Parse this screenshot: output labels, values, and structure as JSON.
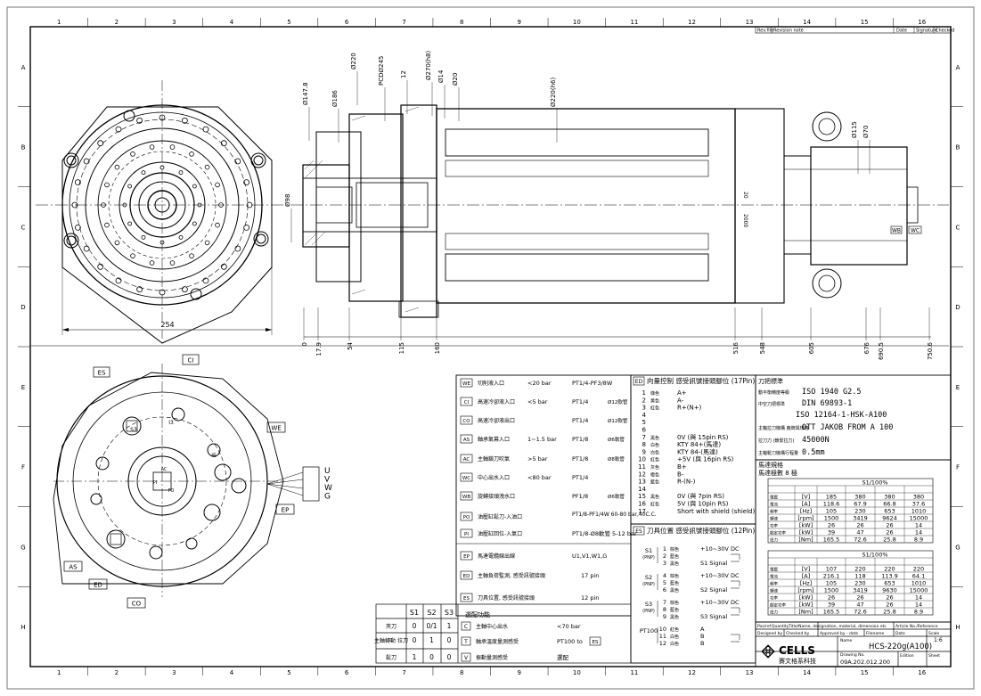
{
  "grid": {
    "cols": [
      "1",
      "2",
      "3",
      "4",
      "5",
      "6",
      "7",
      "8",
      "9",
      "10",
      "11",
      "12",
      "13",
      "14",
      "15",
      "16"
    ],
    "rows": [
      "A",
      "B",
      "C",
      "D",
      "E",
      "F",
      "G",
      "H"
    ]
  },
  "revision_header": {
    "revfile": "Rev.file",
    "revision_note": "Revision note",
    "date": "Date",
    "signature": "Signature",
    "checked": "Checked"
  },
  "dims_top": [
    "Ø220",
    "PCDØ245",
    "Ø270(h8)",
    "12",
    "Ø14",
    "Ø20",
    "Ø220(h6)",
    "Ø147.8",
    "Ø186",
    "Ø115",
    "Ø70",
    "Ø98"
  ],
  "dims_bottom": [
    "0",
    "17.9",
    "54",
    "115",
    "160",
    "516",
    "548",
    "605",
    "676",
    "690.5",
    "750.6"
  ],
  "dim_254": "254",
  "side_labels": {
    "line1": "20",
    "line2": "2000"
  },
  "tags": {
    "es": "ES",
    "ci": "CI",
    "we": "WE",
    "ep": "EP",
    "as": "AS",
    "ed": "ED",
    "co": "CO",
    "s3": "S3",
    "i3": "I3",
    "ie": "IE",
    "ac": "AC",
    "pi": "PI",
    "po": "PO",
    "wc": "WC",
    "wb": "WB",
    "uvwg": [
      "U",
      "V",
      "W",
      "G"
    ]
  },
  "ports": [
    {
      "tag": "WE",
      "name": "切削液入口",
      "spec": "<20 bar",
      "thread": "PT1/4-PF3/8W",
      "tube": ""
    },
    {
      "tag": "CI",
      "name": "高速冷卻液入口",
      "spec": "<5 bar",
      "thread": "PT1/4",
      "tube": "Ø12軟管"
    },
    {
      "tag": "CO",
      "name": "高速冷卻液出口",
      "spec": "",
      "thread": "PT1/4",
      "tube": "Ø12軟管"
    },
    {
      "tag": "AS",
      "name": "軸承氣幕入口",
      "spec": "1~1.5 bar",
      "thread": "PT1/8",
      "tube": "Ø6軟管"
    },
    {
      "tag": "AC",
      "name": "主軸鎖刀吹氣",
      "spec": ">5 bar",
      "thread": "PT1/8",
      "tube": "Ø8軟管"
    },
    {
      "tag": "WC",
      "name": "中心出水入口",
      "spec": "<80 bar",
      "thread": "PT1/4",
      "tube": ""
    },
    {
      "tag": "WB",
      "name": "旋轉接頭洩水口",
      "spec": "",
      "thread": "PF1/8",
      "tube": "Ø6軟管"
    },
    {
      "tag": "PO",
      "name": "油壓缸鬆刀-入油口",
      "spec": "",
      "thread": "PT1/8-PF1/4W 60-80 bar,40C.C.",
      "tube": ""
    },
    {
      "tag": "PI",
      "name": "油壓缸回位-入氣口",
      "spec": "",
      "thread": "PT1/8-Ø8軟管 5-12 bar",
      "tube": ""
    },
    {
      "tag": "EP",
      "name": "馬達電纜線出線",
      "spec": "",
      "thread": "U1,V1,W1,G",
      "tube": ""
    },
    {
      "tag": "ED",
      "name": "主軸負荷監測, 感受訊號接頭",
      "spec": "",
      "thread": "17 pin",
      "tube": ""
    },
    {
      "tag": "ES",
      "name": "刀具位置, 感受訊號接頭",
      "spec": "",
      "thread": "12 pin",
      "tube": ""
    }
  ],
  "bottom_table": {
    "title": "選配功能",
    "cols": [
      "S1",
      "S2",
      "S3"
    ],
    "rows": [
      {
        "label": "夾刀",
        "vals": [
          "0",
          "0/1",
          "1"
        ]
      },
      {
        "label": "主軸轉動 拉刀",
        "vals": [
          "0",
          "1",
          "0"
        ]
      },
      {
        "label": "鬆刀",
        "vals": [
          "1",
          "0",
          "0"
        ]
      }
    ],
    "options": [
      {
        "tag": "C",
        "name": "主軸中心出水",
        "spec": "<70 bar"
      },
      {
        "tag": "T",
        "name": "軸承溫度量測感受",
        "spec": "PT100 to",
        "ref": "ES"
      },
      {
        "tag": "V",
        "name": "振動量測感受",
        "spec": "選配"
      }
    ]
  },
  "ed_block": {
    "header": "向量控制  感受訊號接頭腳位  (17Pin)",
    "tag": "ED",
    "pins": [
      {
        "n": "1",
        "c": "綠色",
        "v": "A+"
      },
      {
        "n": "2",
        "c": "黃色",
        "v": "A-"
      },
      {
        "n": "3",
        "c": "紅色",
        "v": "R+(N+)"
      },
      {
        "n": "4",
        "c": "",
        "v": ""
      },
      {
        "n": "5",
        "c": "",
        "v": ""
      },
      {
        "n": "6",
        "c": "",
        "v": ""
      },
      {
        "n": "7",
        "c": "黑色",
        "v": "0V  (與 15pin RS)"
      },
      {
        "n": "8",
        "c": "白色",
        "v": "KTY 84+(馬達)"
      },
      {
        "n": "9",
        "c": "白色",
        "v": "KTY 84-(馬達)"
      },
      {
        "n": "10",
        "c": "紅色",
        "v": "+5V  (與 16pin RS)"
      },
      {
        "n": "11",
        "c": "灰色",
        "v": "B+"
      },
      {
        "n": "12",
        "c": "橙色",
        "v": "B-"
      },
      {
        "n": "13",
        "c": "藍色",
        "v": "R-(N-)"
      },
      {
        "n": "14",
        "c": "",
        "v": ""
      },
      {
        "n": "15",
        "c": "黑色",
        "v": "0V  (與 7pin RS)"
      },
      {
        "n": "16",
        "c": "紅色",
        "v": "5V  (與 10pin RS)"
      },
      {
        "n": "17",
        "c": "",
        "v": "Short with shield (shield)"
      }
    ]
  },
  "es_block": {
    "header": "刀具位置  感受訊號接頭腳位  (12Pin)",
    "tag": "ES",
    "groups": [
      {
        "name": "S1",
        "sub": "(PNP)",
        "pins": [
          {
            "n": "1",
            "c": "棕色",
            "v": "+10~30V DC"
          },
          {
            "n": "2",
            "c": "藍色",
            "v": ""
          },
          {
            "n": "3",
            "c": "黑色",
            "v": "S1 Signal"
          }
        ]
      },
      {
        "name": "S2",
        "sub": "(PNP)",
        "pins": [
          {
            "n": "4",
            "c": "棕色",
            "v": "+10~30V DC"
          },
          {
            "n": "5",
            "c": "藍色",
            "v": ""
          },
          {
            "n": "6",
            "c": "黑色",
            "v": "S2 Signal"
          }
        ]
      },
      {
        "name": "S3",
        "sub": "(PNP)",
        "pins": [
          {
            "n": "7",
            "c": "棕色",
            "v": "+10~30V DC"
          },
          {
            "n": "8",
            "c": "藍色",
            "v": ""
          },
          {
            "n": "9",
            "c": "黑色",
            "v": "S3 Signal"
          }
        ]
      },
      {
        "name": "PT100",
        "sub": "",
        "pins": [
          {
            "n": "10",
            "c": "紅色",
            "v": "A"
          },
          {
            "n": "11",
            "c": "白色",
            "v": "B"
          },
          {
            "n": "12",
            "c": "白色",
            "v": "B"
          }
        ]
      }
    ]
  },
  "specs": {
    "header": "刀把標準",
    "rows": [
      {
        "k": "動平衡精度等級",
        "v": "ISO 1940  G2.5"
      },
      {
        "k": "中空刀把標準",
        "v": "DIN 69893-1"
      },
      {
        "k": "",
        "v": "ISO 12164-1-HSK-A100"
      },
      {
        "k": "主軸拉刀機構 廠牌與規格",
        "v": "OTT JAKOB FROM A 100"
      },
      {
        "k": "拉刀力 (鎖緊拉力)",
        "v": "45000N"
      },
      {
        "k": "主軸鬆刀機構行程量",
        "v": "0.5mm"
      }
    ]
  },
  "motor_tables": {
    "title": "馬達規格",
    "subtitle": "馬達極數 8 極",
    "tables": [
      {
        "head": "S1/100%",
        "rows": [
          {
            "k": "電壓",
            "u": "[V]",
            "v": [
              "185",
              "380",
              "380",
              "380"
            ]
          },
          {
            "k": "電流",
            "u": "[A]",
            "v": [
              "118.6",
              "67.9",
              "66.8",
              "37.6"
            ]
          },
          {
            "k": "頻率",
            "u": "[Hz]",
            "v": [
              "105",
              "230",
              "653",
              "1010"
            ]
          },
          {
            "k": "轉速",
            "u": "[rpm]",
            "v": [
              "1500",
              "3419",
              "9624",
              "15000"
            ]
          },
          {
            "k": "功率",
            "u": "[kW]",
            "v": [
              "26",
              "26",
              "26",
              "14"
            ]
          },
          {
            "k": "額定功率",
            "u": "[kW]",
            "v": [
              "39",
              "47",
              "26",
              "14"
            ]
          },
          {
            "k": "扭力",
            "u": "[Nm]",
            "v": [
              "165.5",
              "72.6",
              "25.8",
              "8.9"
            ]
          }
        ]
      },
      {
        "head": "S1/100%",
        "rows": [
          {
            "k": "電壓",
            "u": "[V]",
            "v": [
              "107",
              "220",
              "220",
              "220"
            ]
          },
          {
            "k": "電流",
            "u": "[A]",
            "v": [
              "216.1",
              "118",
              "113.9",
              "64.1"
            ]
          },
          {
            "k": "頻率",
            "u": "[Hz]",
            "v": [
              "105",
              "230",
              "653",
              "1010"
            ]
          },
          {
            "k": "轉速",
            "u": "[rpm]",
            "v": [
              "1500",
              "3419",
              "9630",
              "15000"
            ]
          },
          {
            "k": "功率",
            "u": "[kW]",
            "v": [
              "26",
              "26",
              "26",
              "14"
            ]
          },
          {
            "k": "額定功率",
            "u": "[kW]",
            "v": [
              "39",
              "47",
              "26",
              "14"
            ]
          },
          {
            "k": "扭力",
            "u": "[Nm]",
            "v": [
              "165.5",
              "72.6",
              "25.8",
              "8.9"
            ]
          }
        ]
      }
    ]
  },
  "title_block": {
    "h1": "Pos/ref",
    "h2": "Quantity",
    "h3": "Title/Name, designation, material, dimension etc",
    "h4": "Article No./Reference",
    "designed": "Designed by",
    "checked": "Checked by",
    "approved": "Approved by - date",
    "filename": "Filename",
    "date": "Date",
    "scale": "Scale",
    "scale_val": "1:6",
    "brand": "CELLS",
    "brand_cn": "賽文格系科技",
    "name_label": "Name",
    "name_val": "HCS-220g(A100)",
    "drawing_label": "Drawing No.",
    "drawing_val": "09A.202.012.200",
    "edition": "Edition",
    "sheet": "Sheet"
  }
}
